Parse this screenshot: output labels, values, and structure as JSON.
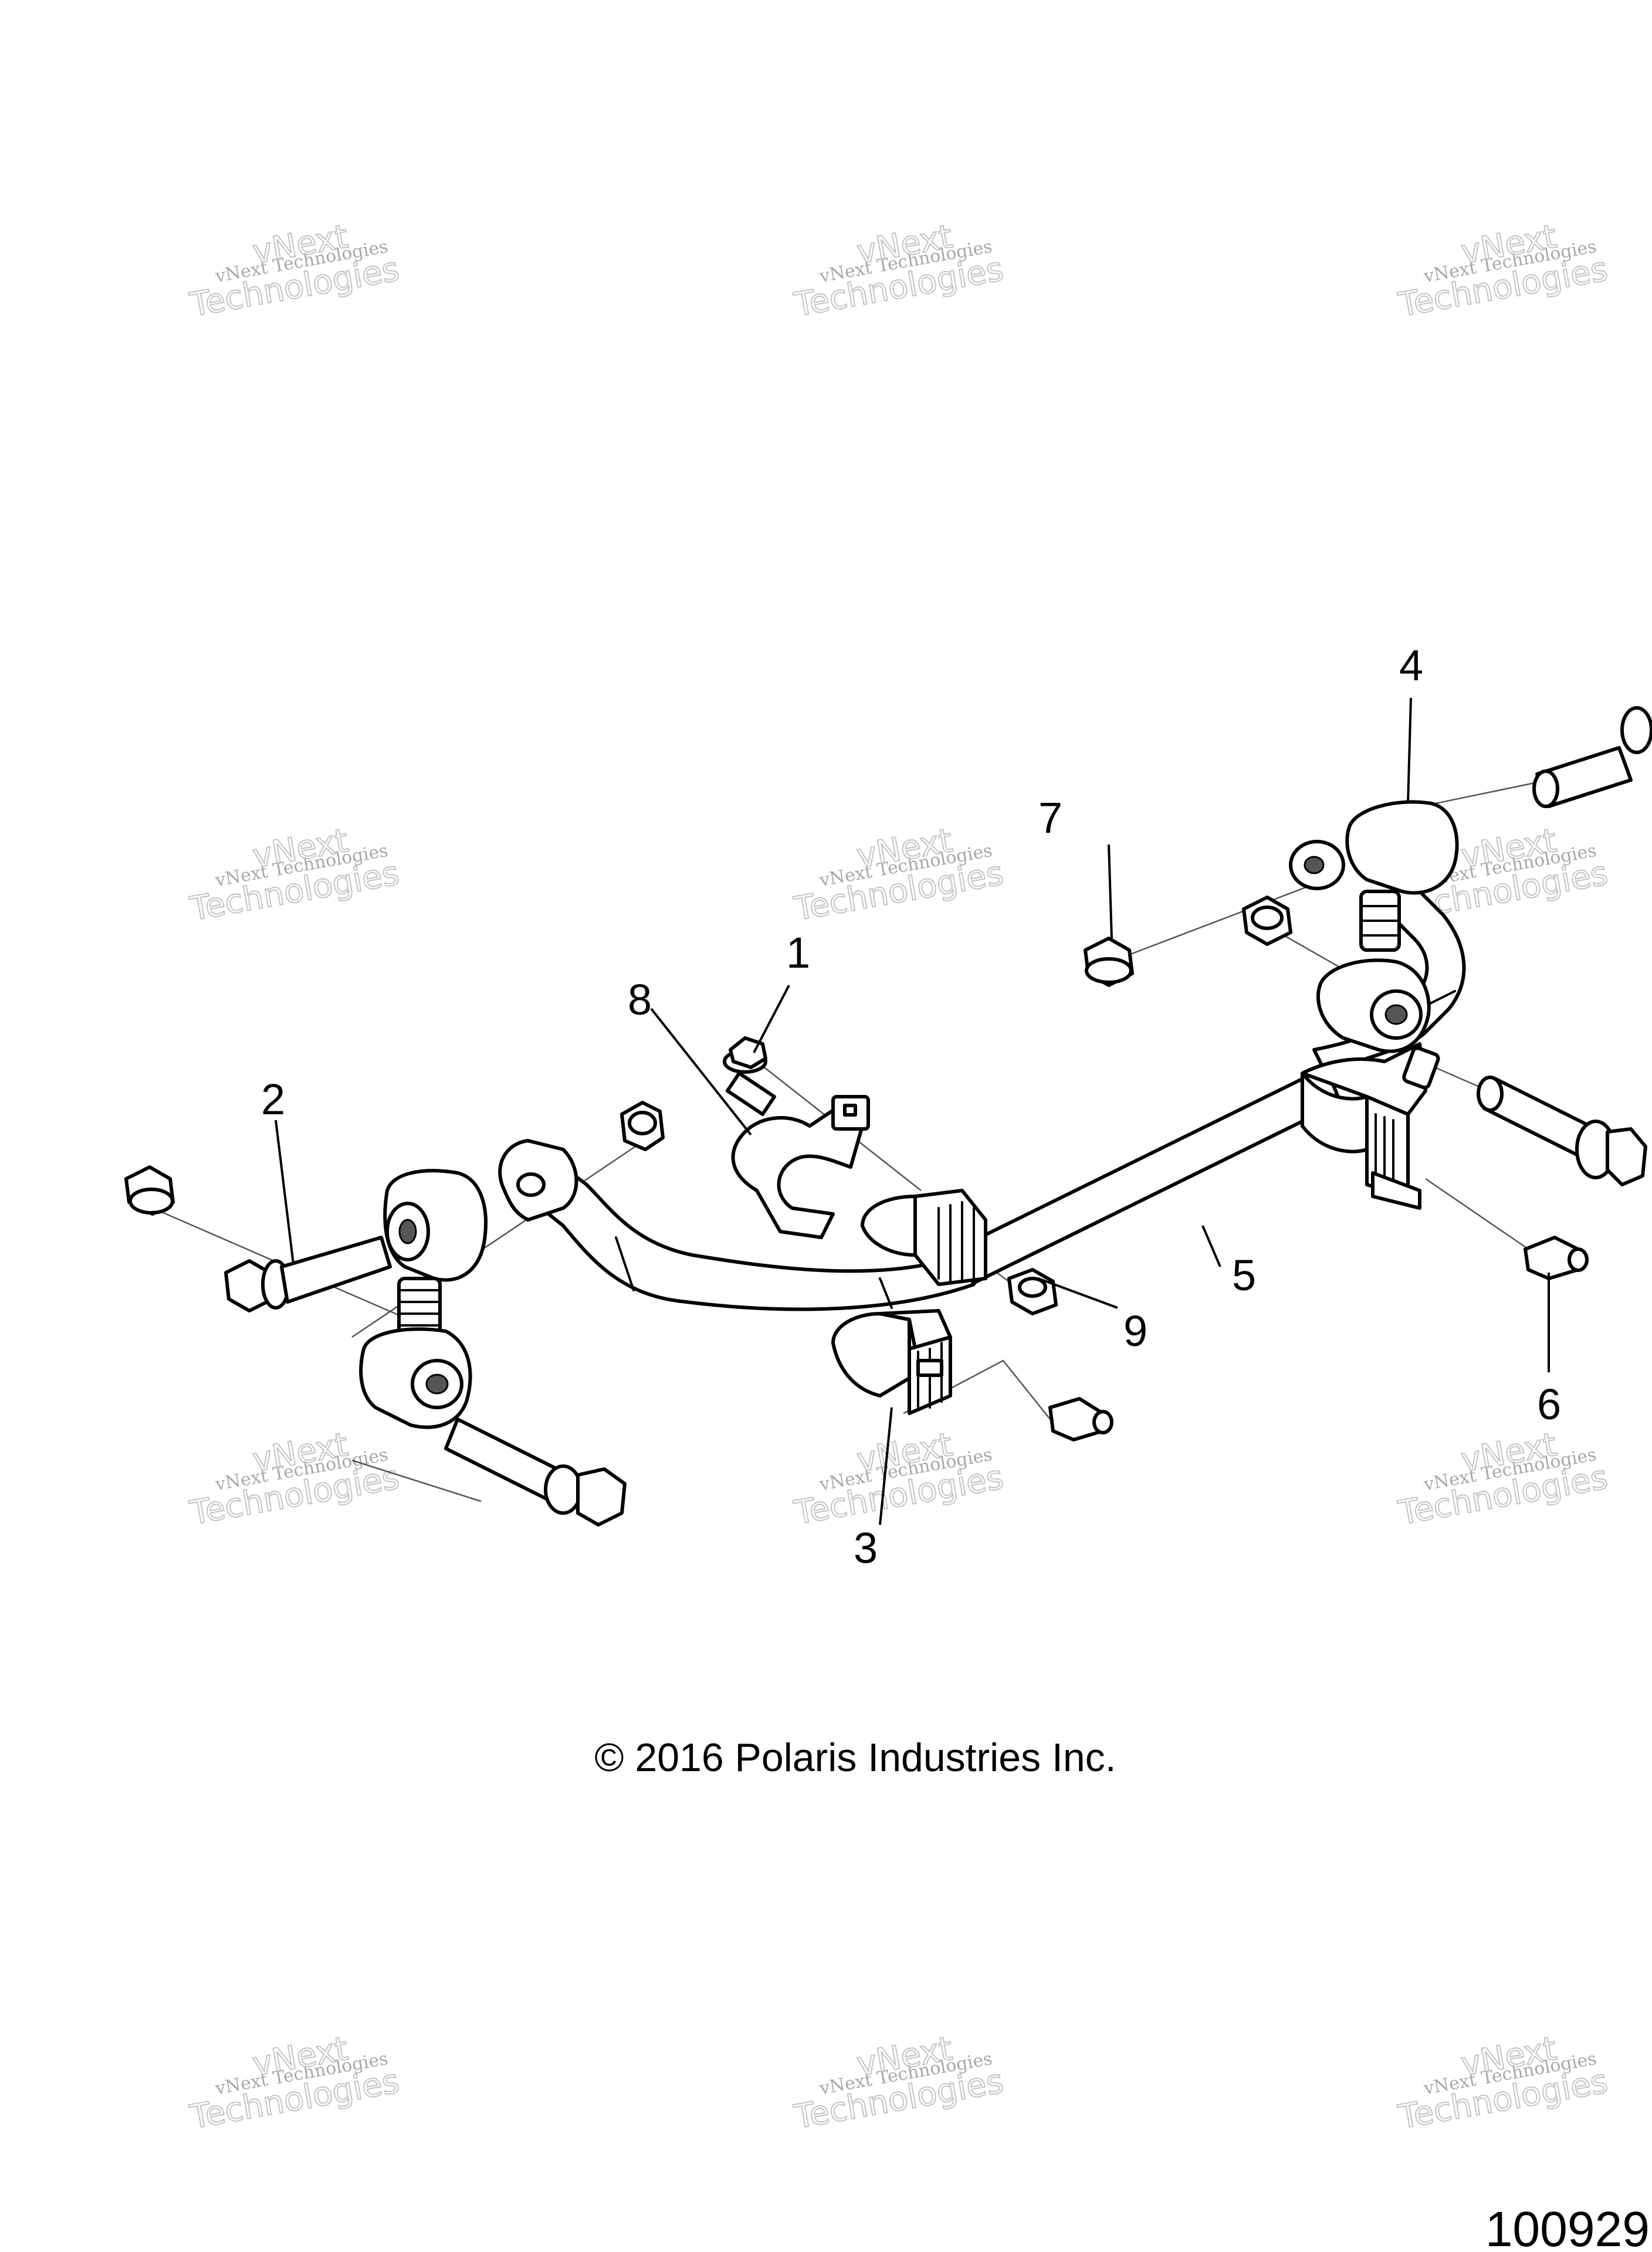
{
  "diagram": {
    "copyright": "© 2016 Polaris Industries Inc.",
    "document_number": "100929",
    "watermark": {
      "line1": "vNext Technologies",
      "line2": "vNext",
      "line3": "Technologies"
    },
    "callouts": {
      "c1": "1",
      "c2": "2",
      "c3": "3",
      "c4": "4",
      "c5": "5",
      "c6": "6",
      "c7": "7",
      "c8": "8",
      "c9": "9"
    }
  }
}
